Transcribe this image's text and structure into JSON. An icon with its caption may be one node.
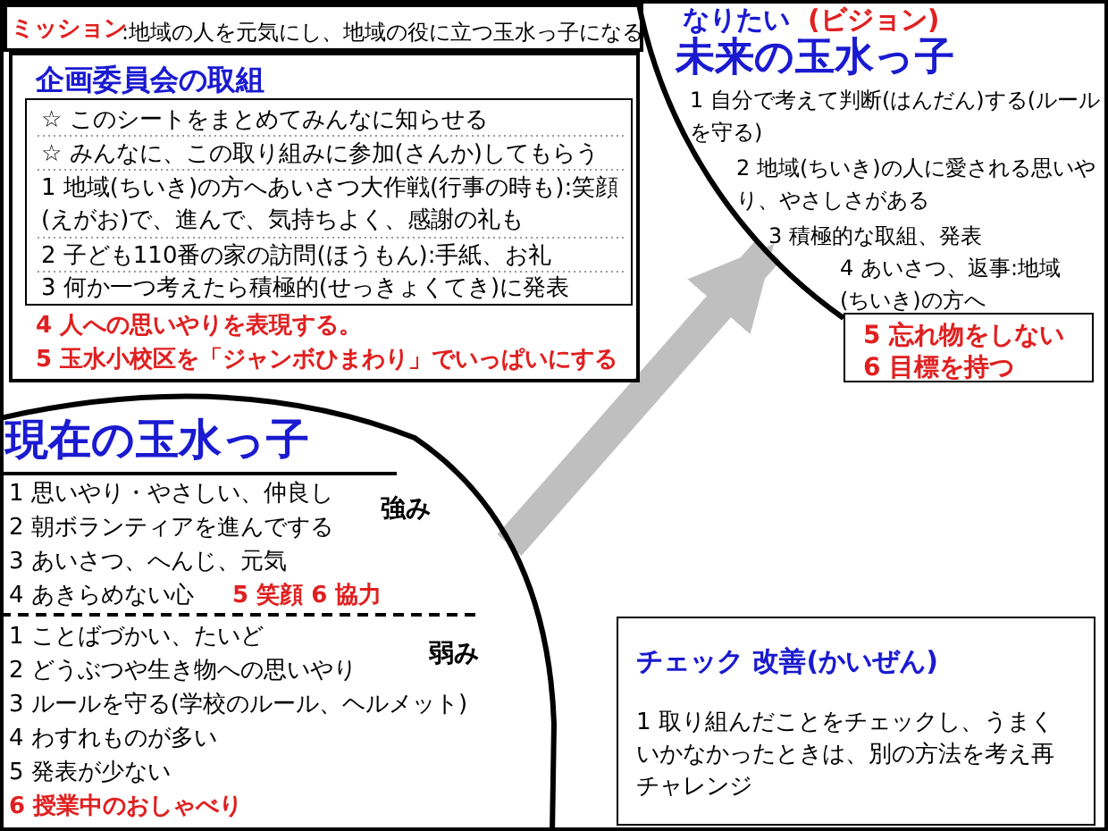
{
  "diagram": {
    "nodes": [
      {
        "text": [
          "ミッション",
          ":地域の人を元気にし、地域の役に立つ玉水っ子になる"
        ]
      },
      {
        "text": [
          "企画委員会の取組",
          "4 人への思いやりを表現する。",
          "5 玉水小校区を「ジャンボひまわり」でいっぱいにする"
        ]
      },
      {
        "text": [
          "☆ このシートをまとめてみんなに知らせる",
          "☆ みんなに、この取り組みに参加(さんか)してもらう",
          "1 地域(ちいき)の方へあいさつ大作戦(行事の時も):笑顔(えがお)で、進んで、気持ちよく、感謝の礼も",
          "2 子ども110番の家の訪問(ほうもん):手紙、お礼",
          "3 何か一つ考えたら積極的(せっきょくてき)に発表"
        ],
        "in": 1
      },
      {
        "text": [
          "なりたい",
          "(ビジョン)",
          "未来の玉水っ子",
          "1 自分で考えて判断(はんだん)する(ルールを守る)",
          "2 地域(ちいき)の人に愛される思いやり、やさしさがある",
          "3 積極的な取組、発表",
          "4 あいさつ、返事:地域(ちいき)の方へ"
        ]
      },
      {
        "text": [
          "5 忘れ物をしない",
          "6 目標を持つ"
        ]
      },
      {
        "text": [
          "現在の玉水っ子",
          "1 思いやり・やさしい、仲良し",
          "強み",
          "2 朝ボランティアを進んでする",
          "3 あいさつ、へんじ、元気",
          "4 あきらめない心",
          "5 笑顔 6 協力",
          "1 ことばづかい、たいど",
          "弱み",
          "2 どうぶつや生き物への思いやり",
          "3 ルールを守る(学校のルール、ヘルメット)",
          "4 わすれものが多い",
          "5 発表が少ない",
          "6 授業中のおしゃべり"
        ]
      },
      {
        "text": [
          "チェック 改善(かいぜん)",
          "1 取り組んだことをチェックし、うまくいかなかったときは、別の方法を考え再チャレンジ"
        ]
      }
    ],
    "edges": [
      {
        "from": 5,
        "to": 3,
        "arrow": "to",
        "color": "#bfbfbf"
      }
    ]
  }
}
